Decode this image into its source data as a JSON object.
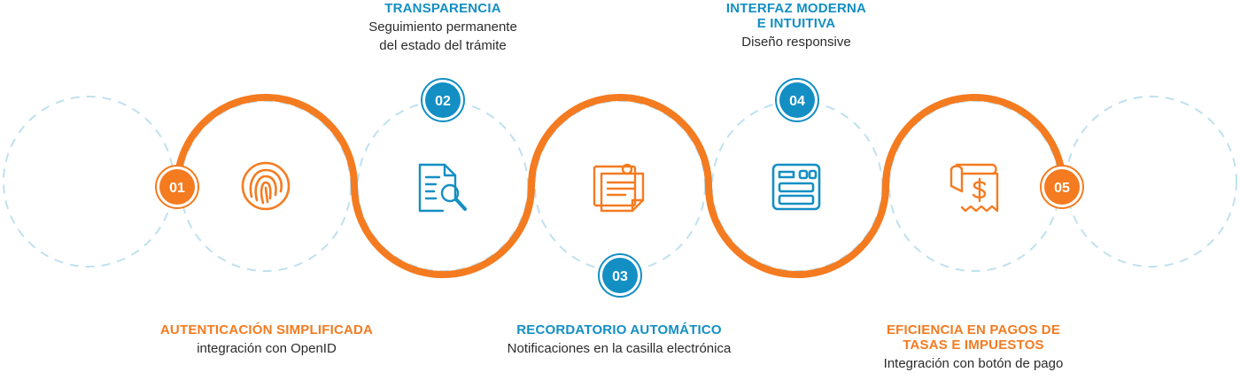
{
  "colors": {
    "orange": "#f47b20",
    "blue": "#138fc4",
    "dashed_ring": "#bfe1ef"
  },
  "steps": [
    {
      "number": "01",
      "title_lines": [
        "AUTENTICACIÓN SIMPLIFICADA"
      ],
      "description_lines": [
        "integración con OpenID"
      ],
      "icon": "fingerprint-icon",
      "color": "orange"
    },
    {
      "number": "02",
      "title_lines": [
        "TRANSPARENCIA"
      ],
      "description_lines": [
        "Seguimiento permanente",
        "del estado del trámite"
      ],
      "icon": "document-search-icon",
      "color": "blue"
    },
    {
      "number": "03",
      "title_lines": [
        "RECORDATORIO AUTOMÁTICO"
      ],
      "description_lines": [
        "Notificaciones en la casilla electrónica"
      ],
      "icon": "sticky-notes-icon",
      "color": "orange"
    },
    {
      "number": "04",
      "title_lines": [
        "INTERFAZ MODERNA",
        "E INTUITIVA"
      ],
      "description_lines": [
        "Diseño responsive"
      ],
      "icon": "interface-layout-icon",
      "color": "blue"
    },
    {
      "number": "05",
      "title_lines": [
        "EFICIENCIA EN PAGOS DE",
        "TASAS E IMPUESTOS"
      ],
      "description_lines": [
        "Integración con botón de pago"
      ],
      "icon": "payment-receipt-icon",
      "color": "orange"
    }
  ]
}
